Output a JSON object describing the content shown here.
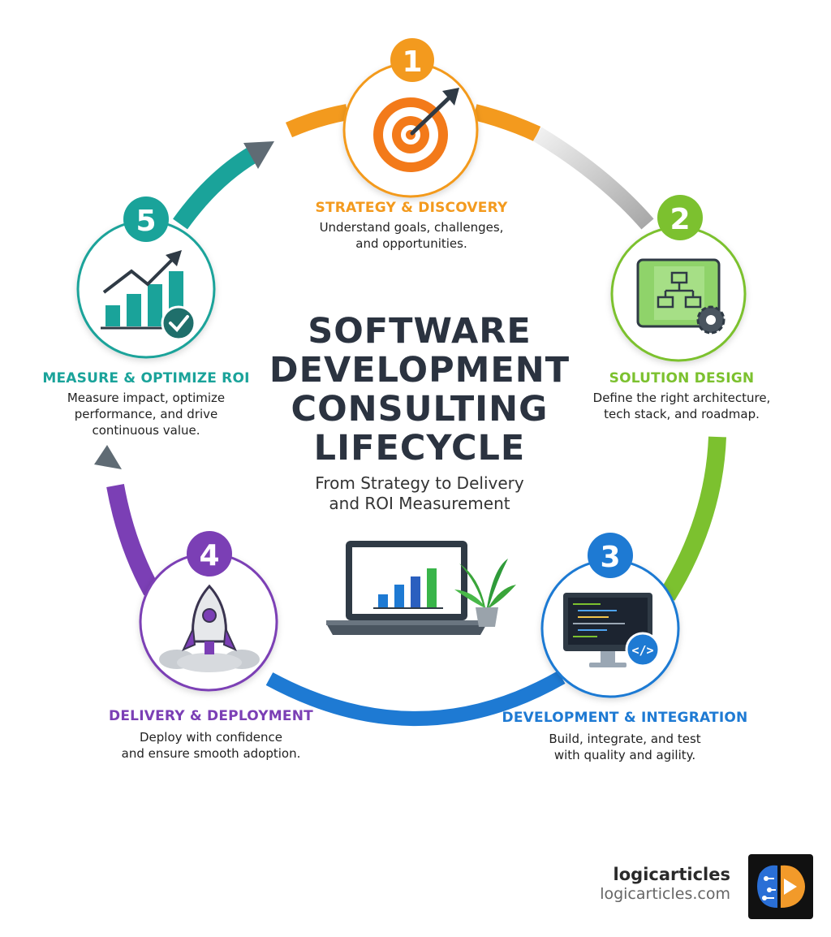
{
  "title_lines": [
    "SOFTWARE",
    "DEVELOPMENT",
    "CONSULTING",
    "LIFECYCLE"
  ],
  "subtitle_lines": [
    "From Strategy to Delivery",
    "and ROI Measurement"
  ],
  "steps": [
    {
      "number": "1",
      "title": "STRATEGY & DISCOVERY",
      "desc_lines": [
        "Understand goals, challenges,",
        "and opportunities."
      ],
      "color": "#f39a1e",
      "icon": "target-icon"
    },
    {
      "number": "2",
      "title": "SOLUTION DESIGN",
      "desc_lines": [
        "Define the right architecture,",
        "tech stack, and roadmap."
      ],
      "color": "#7cc12f",
      "icon": "blueprint-icon"
    },
    {
      "number": "3",
      "title": "DEVELOPMENT & INTEGRATION",
      "desc_lines": [
        "Build, integrate, and test",
        "with quality and agility."
      ],
      "color": "#1e7ad3",
      "icon": "monitor-code-icon"
    },
    {
      "number": "4",
      "title": "DELIVERY & DEPLOYMENT",
      "desc_lines": [
        "Deploy with confidence",
        "and ensure smooth adoption."
      ],
      "color": "#7b3fb5",
      "icon": "rocket-icon"
    },
    {
      "number": "5",
      "title": "MEASURE & OPTIMIZE ROI",
      "desc_lines": [
        "Measure impact, optimize",
        "performance, and drive",
        "continuous value."
      ],
      "color": "#1aa39a",
      "icon": "growth-chart-icon"
    }
  ],
  "brand": {
    "name": "logicarticles",
    "url": "logicarticles.com"
  },
  "code_tag": "</>"
}
